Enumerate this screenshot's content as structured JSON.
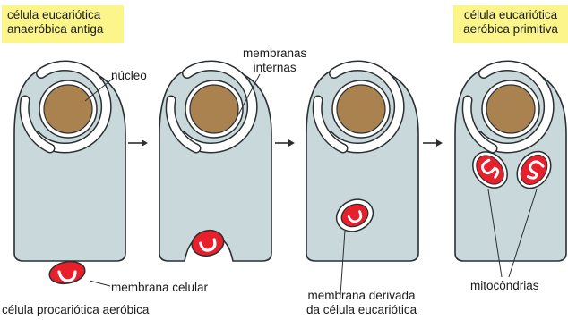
{
  "titles": {
    "left_line1": "célula eucariótica",
    "left_line2": "anaeróbica antiga",
    "right_line1": "célula eucariótica",
    "right_line2": "aeróbica primitiva"
  },
  "labels": {
    "nucleus": "núcleo",
    "internal_membranes_1": "membranas",
    "internal_membranes_2": "internas",
    "cell_membrane": "membrana celular",
    "aerobic_prokaryote": "célula procariótica aeróbica",
    "derived_membrane_1": "membrana derivada",
    "derived_membrane_2": "da célula eucariótica",
    "mitochondria": "mitocôndrias"
  },
  "colors": {
    "cell_fill": "#c9d8da",
    "cell_stroke": "#2a2f33",
    "nucleus_fill": "#a98250",
    "membrane_fill": "#ffffff",
    "bacterium_fill": "#e8202c",
    "title_bg": "#fbf58a"
  },
  "icons": {
    "step_arrow": "right-arrow-icon"
  }
}
